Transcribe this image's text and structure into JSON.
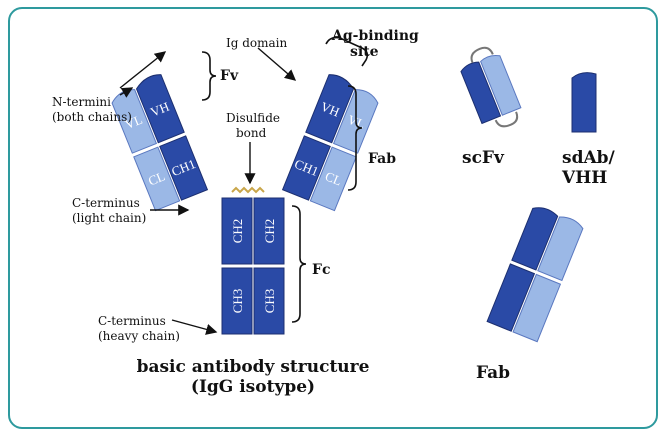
{
  "labels": {
    "ig_domain": "Ig domain",
    "ag_binding_1": "Ag-binding",
    "ag_binding_2": "site",
    "fv": "Fv",
    "n_termini_1": "N-termini",
    "n_termini_2": "(both chains)",
    "disulfide_1": "Disulfide",
    "disulfide_2": "bond",
    "fab_bracket": "Fab",
    "c_terminus_light_1": "C-terminus",
    "c_terminus_light_2": "(light chain)",
    "fc": "Fc",
    "c_terminus_heavy_1": "C-terminus",
    "c_terminus_heavy_2": "(heavy chain)",
    "caption_1": "basic antibody structure",
    "caption_2": "(IgG isotype)",
    "scfv": "scFv",
    "sdab_1": "sdAb/",
    "sdab_2": "VHH",
    "fab_fragment": "Fab"
  },
  "domains": {
    "vh": "VH",
    "vl": "VL",
    "ch1": "CH1",
    "cl": "CL",
    "ch2": "CH2",
    "ch3": "CH3"
  },
  "colors": {
    "frame": "#2e9a9e",
    "heavy_chain": "#2a4aa6",
    "light_chain": "#9bb8e6"
  }
}
